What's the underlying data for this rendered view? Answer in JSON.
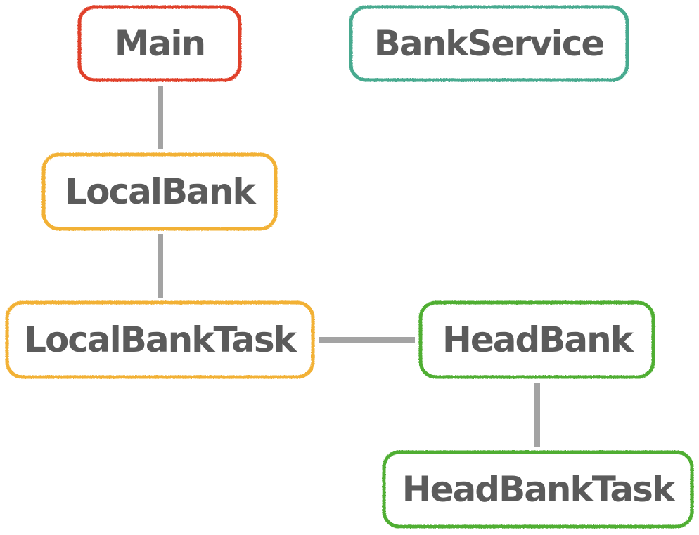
{
  "colors": {
    "label": "#5b5b5b",
    "connector": "#999999",
    "entry": "#e0402a",
    "service": "#46aa8f",
    "local": "#f2b136",
    "head": "#4fae32"
  },
  "nodes": {
    "main": {
      "label": "Main",
      "group": "entry"
    },
    "bank_service": {
      "label": "BankService",
      "group": "service"
    },
    "local_bank": {
      "label": "LocalBank",
      "group": "local"
    },
    "local_bank_task": {
      "label": "LocalBankTask",
      "group": "local"
    },
    "head_bank": {
      "label": "HeadBank",
      "group": "head"
    },
    "head_bank_task": {
      "label": "HeadBankTask",
      "group": "head"
    }
  },
  "edges": [
    {
      "from": "main",
      "to": "local_bank"
    },
    {
      "from": "local_bank",
      "to": "local_bank_task"
    },
    {
      "from": "local_bank_task",
      "to": "head_bank"
    },
    {
      "from": "head_bank",
      "to": "head_bank_task"
    }
  ]
}
